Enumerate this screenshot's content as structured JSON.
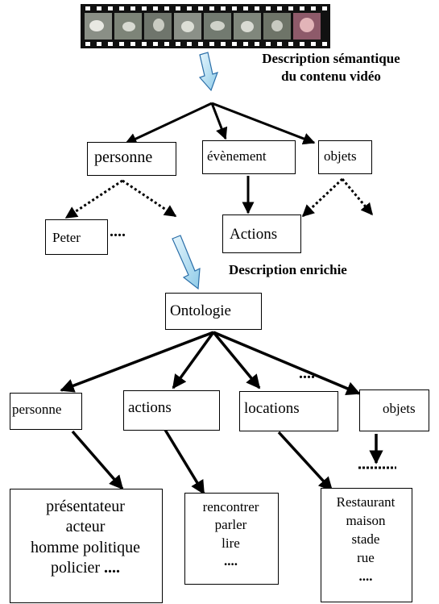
{
  "caption_top": [
    "Description sémantique",
    "du contenu vidéo"
  ],
  "caption_mid": "Description enrichie",
  "level1": {
    "personne": "personne",
    "evenement": "évènement",
    "objets": "objets",
    "peter": "Peter",
    "peter_ellipsis": "....",
    "actions": "Actions"
  },
  "ontology": {
    "root": "Ontologie",
    "personne": "personne",
    "actions": "actions",
    "locations": "locations",
    "objets": "objets",
    "between_ellipsis": "....",
    "personne_items": [
      "présentateur",
      "acteur",
      "homme politique",
      "policier"
    ],
    "personne_ellipsis": "....",
    "actions_items": [
      "rencontrer",
      "parler",
      "lire"
    ],
    "actions_ellipsis": "....",
    "locations_items": [
      "Restaurant",
      "maison",
      "stade",
      "rue"
    ],
    "locations_ellipsis": "...."
  },
  "colors": {
    "arrow_fill": "#bfe6f5",
    "arrow_stroke": "#2a6ea8",
    "film": "#111111"
  }
}
